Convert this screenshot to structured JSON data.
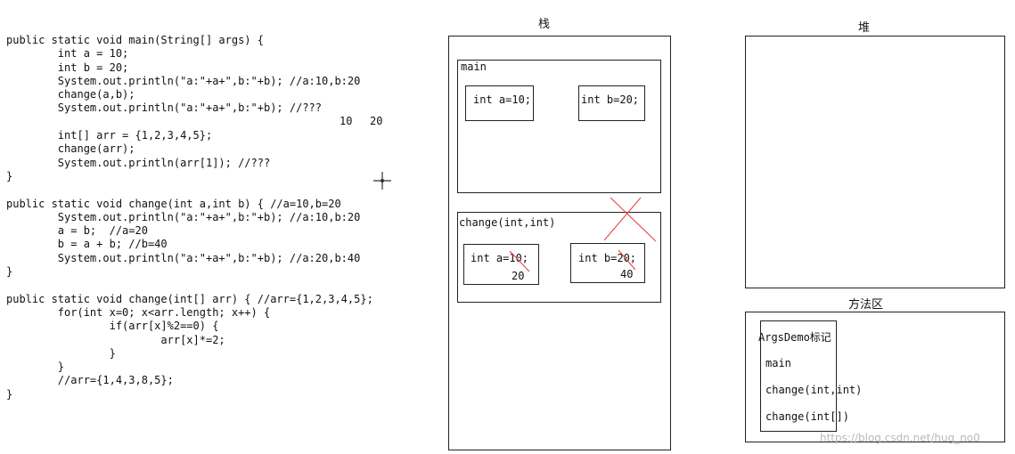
{
  "code_lines": [
    "public static void main(String[] args) {",
    "        int a = 10;",
    "        int b = 20;",
    "        System.out.println(\"a:\"+a+\",b:\"+b); //a:10,b:20",
    "        change(a,b);",
    "        System.out.println(\"a:\"+a+\",b:\"+b); //???",
    "",
    "        int[] arr = {1,2,3,4,5};",
    "        change(arr);",
    "        System.out.println(arr[1]); //???",
    "}",
    "",
    "public static void change(int a,int b) { //a=10,b=20",
    "        System.out.println(\"a:\"+a+\",b:\"+b); //a:10,b:20",
    "        a = b;  //a=20",
    "        b = a + b; //b=40",
    "        System.out.println(\"a:\"+a+\",b:\"+b); //a:20,b:40",
    "}",
    "",
    "public static void change(int[] arr) { //arr={1,2,3,4,5};",
    "        for(int x=0; x<arr.length; x++) {",
    "                if(arr[x]%2==0) {",
    "                        arr[x]*=2;",
    "                }",
    "        }",
    "        //arr={1,4,3,8,5};",
    "}"
  ],
  "answer_a": "10",
  "answer_b": "20",
  "stack": {
    "title": "栈",
    "main_frame": {
      "label": "main",
      "var_a": "int a=10;",
      "var_b": "int b=20;"
    },
    "change_frame": {
      "label": "change(int,int)",
      "var_a": "int a=10;",
      "new_a": "20",
      "var_b": "int b=20;",
      "new_b": "40"
    }
  },
  "heap": {
    "title": "堆"
  },
  "method_area": {
    "title": "方法区",
    "class_label": "ArgsDemo标记",
    "methods": [
      "main",
      "change(int,int)",
      "change(int[])"
    ]
  },
  "watermark": "https://blog.csdn.net/hug_no0",
  "colors": {
    "strike": "#e64646",
    "border": "#222222"
  }
}
